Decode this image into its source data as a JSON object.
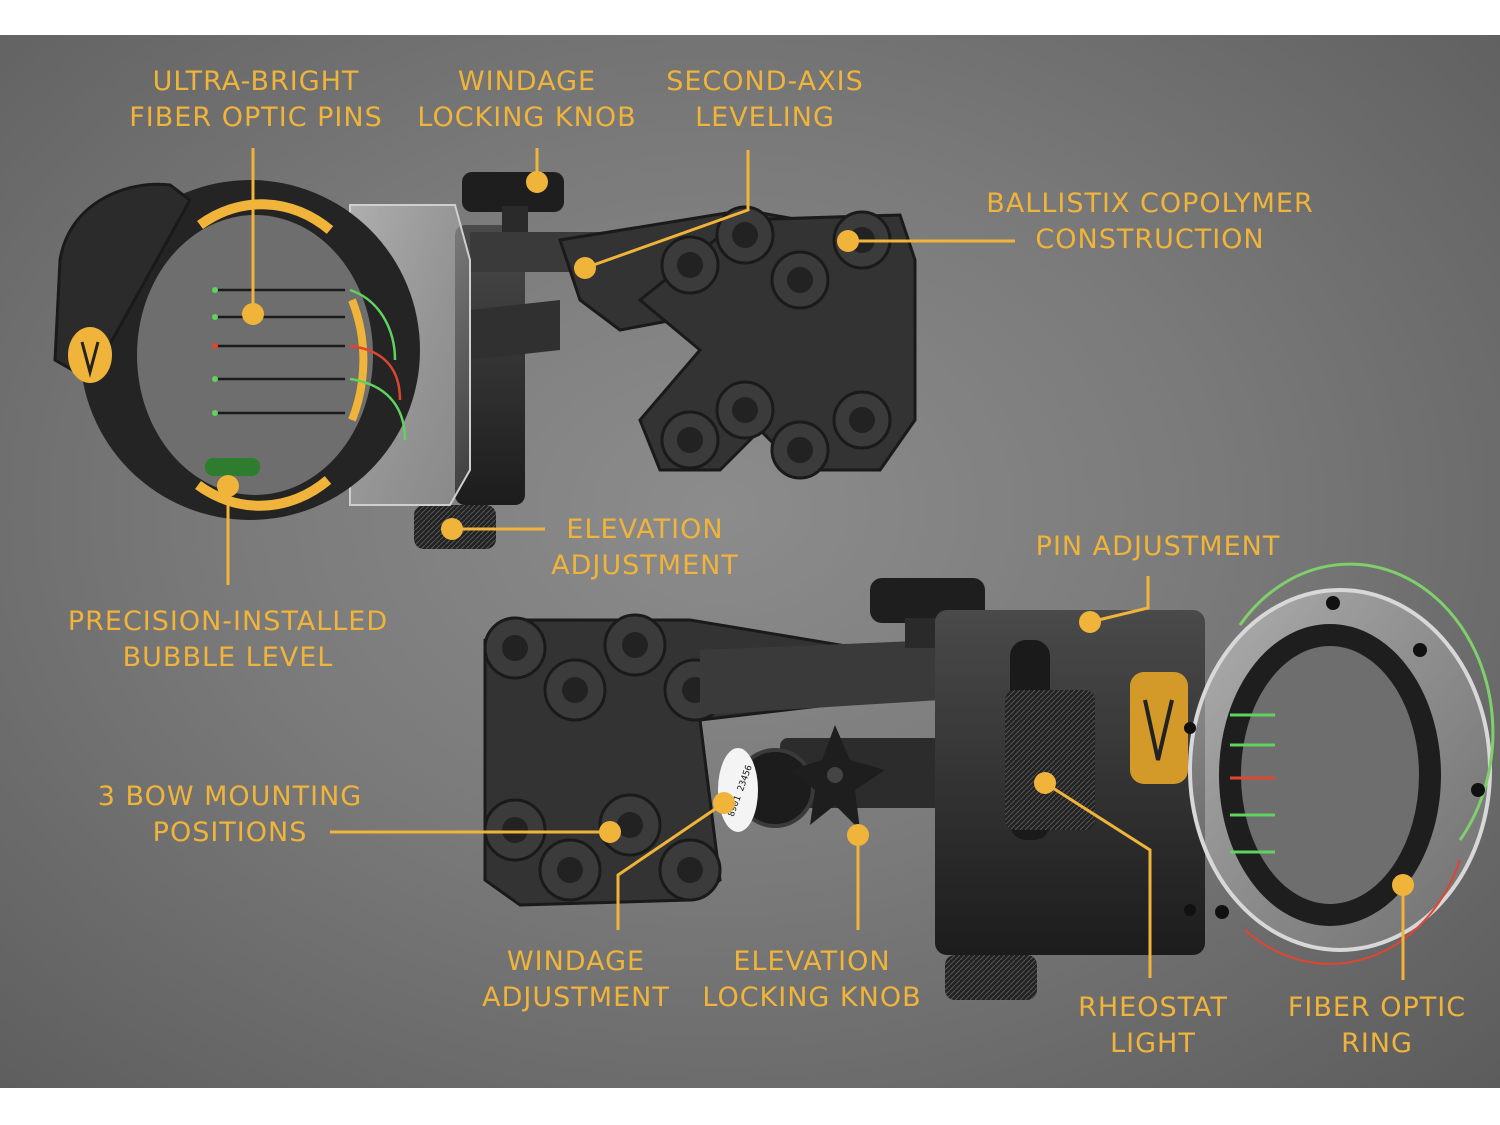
{
  "colors": {
    "accent": "#f0b43a",
    "background": "#7a7a7a",
    "frame": "#ffffff",
    "body": "#2a2a2a",
    "fiber_green": "#5fd35f",
    "fiber_red": "#e0462f"
  },
  "callouts": {
    "fiber_pins": [
      "ULTRA-BRIGHT",
      "FIBER OPTIC PINS"
    ],
    "windage_locking_knob": [
      "WINDAGE",
      "LOCKING KNOB"
    ],
    "second_axis": [
      "SECOND-AXIS",
      "LEVELING"
    ],
    "ballistix": [
      "BALLISTIX COPOLYMER",
      "CONSTRUCTION"
    ],
    "elevation_adjustment": [
      "ELEVATION",
      "ADJUSTMENT"
    ],
    "bubble_level": [
      "PRECISION-INSTALLED",
      "BUBBLE LEVEL"
    ],
    "pin_adjustment": [
      "PIN ADJUSTMENT"
    ],
    "mounting": [
      "3 BOW MOUNTING",
      "POSITIONS"
    ],
    "windage_adjustment": [
      "WINDAGE",
      "ADJUSTMENT"
    ],
    "elevation_locking_knob": [
      "ELEVATION",
      "LOCKING KNOB"
    ],
    "rheostat": [
      "RHEOSTAT",
      "LIGHT"
    ],
    "fiber_ring": [
      "FIBER OPTIC",
      "RING"
    ]
  },
  "dial_digits": "8901 23456"
}
